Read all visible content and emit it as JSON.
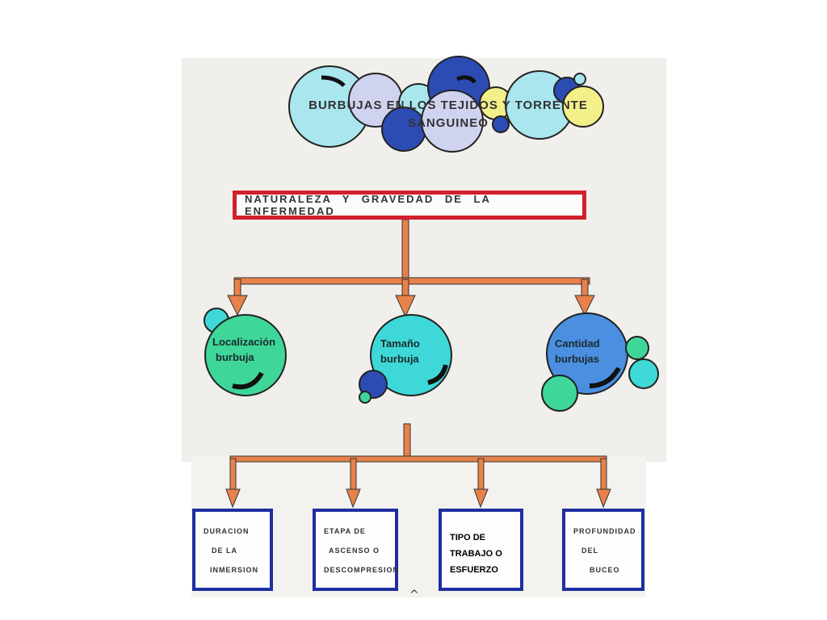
{
  "title": {
    "line1": "BURBUJAS EN LOS TEJIDOS Y TORRENTE",
    "line2": "SANGUINEO"
  },
  "main_box": {
    "label": "NATURALEZA Y GRAVEDAD DE LA ENFERMEDAD"
  },
  "bubbles": [
    {
      "line1": "Localización",
      "line2": "burbuja"
    },
    {
      "line1": "Tamaño",
      "line2": "burbuja"
    },
    {
      "line1": "Cantidad",
      "line2": "burbujas"
    }
  ],
  "factors": [
    {
      "lines": [
        "DURACION",
        "DE LA",
        "INMERSION"
      ]
    },
    {
      "lines": [
        "ETAPA DE",
        "ASCENSO O",
        "DESCOMPRESION"
      ]
    },
    {
      "lines": [
        "TIPO DE",
        "TRABAJO O",
        "ESFUERZO"
      ]
    },
    {
      "lines": [
        "PROFUNDIDAD",
        "DEL",
        "BUCEO"
      ]
    }
  ],
  "colors": {
    "title_border": "#d21f2b",
    "factor_border": "#1d2fa0",
    "arrow": "#e8814a",
    "bubble_green": "#3fd69a",
    "bubble_teal": "#3fd8d8",
    "bubble_blue": "#4a8fe0",
    "bubble_navy": "#2c4cb4",
    "bubble_yellow": "#f3f08a",
    "bubble_light": "#a9e6ee",
    "bubble_lavender": "#cfd3ef"
  }
}
